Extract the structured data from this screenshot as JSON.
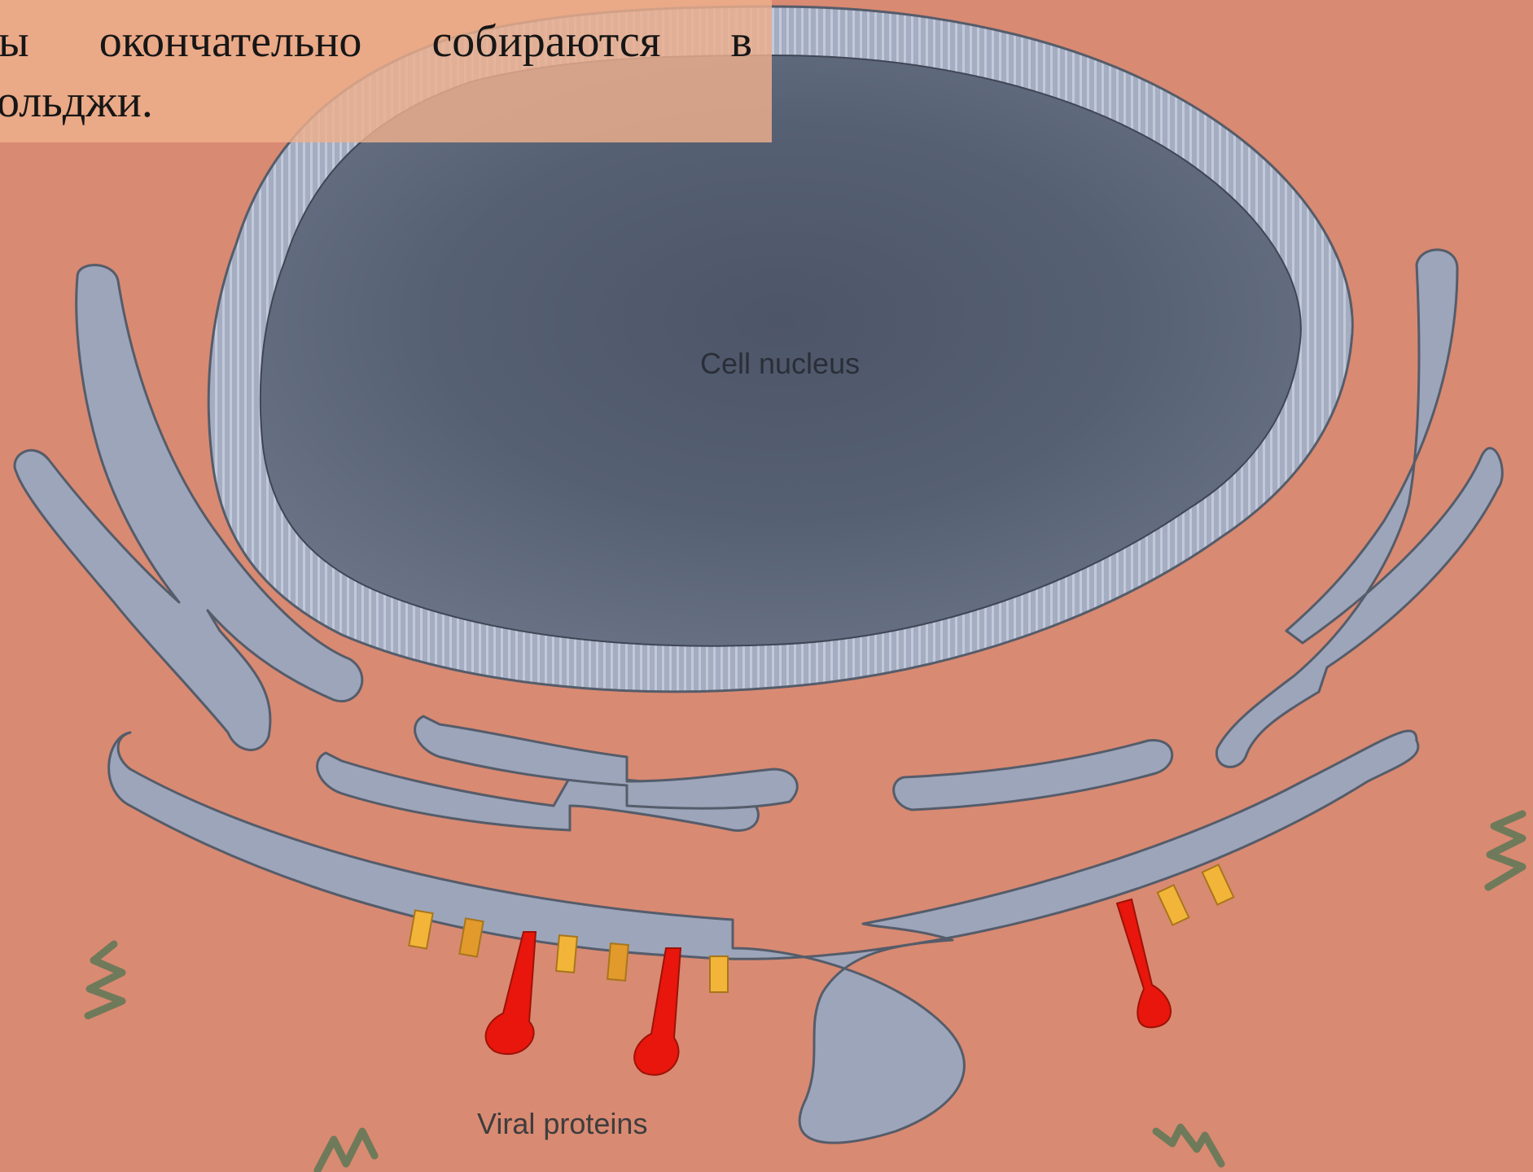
{
  "caption": {
    "line1_words": [
      "ы",
      "окончательно",
      "собираются",
      "в"
    ],
    "line2": "ольджи."
  },
  "labels": {
    "nucleus": "Cell nucleus",
    "viral_proteins": "Viral proteins"
  },
  "colors": {
    "background": "#d98a72",
    "caption_box": "#eeb08c",
    "nucleus": "#566073",
    "nuclear_envelope": "#a4adc2",
    "reticulum": "#9ca5ba",
    "outline": "#555c6a",
    "viral_protein_red": "#e8160c",
    "protein_orange": "#f2b53a",
    "squiggle": "#6f7a5a"
  },
  "icons": [
    "squiggle-icon"
  ]
}
